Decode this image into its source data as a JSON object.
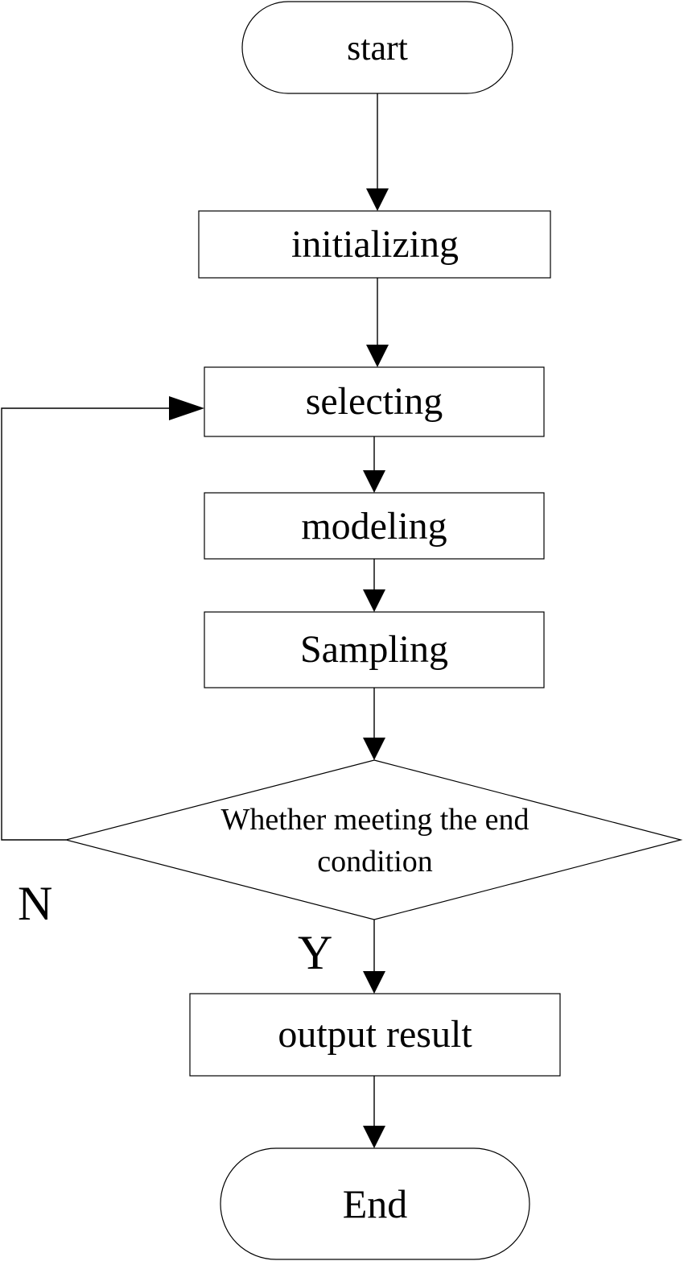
{
  "flowchart": {
    "start": "start",
    "initializing": "initializing",
    "selecting": "selecting",
    "modeling": "modeling",
    "sampling": "Sampling",
    "decision_line1": "Whether meeting the end",
    "decision_line2": "condition",
    "branch_no": "N",
    "branch_yes": "Y",
    "output": "output result",
    "end": "End"
  },
  "colors": {
    "stroke": "#000000",
    "fill": "#ffffff",
    "text": "#000000"
  }
}
